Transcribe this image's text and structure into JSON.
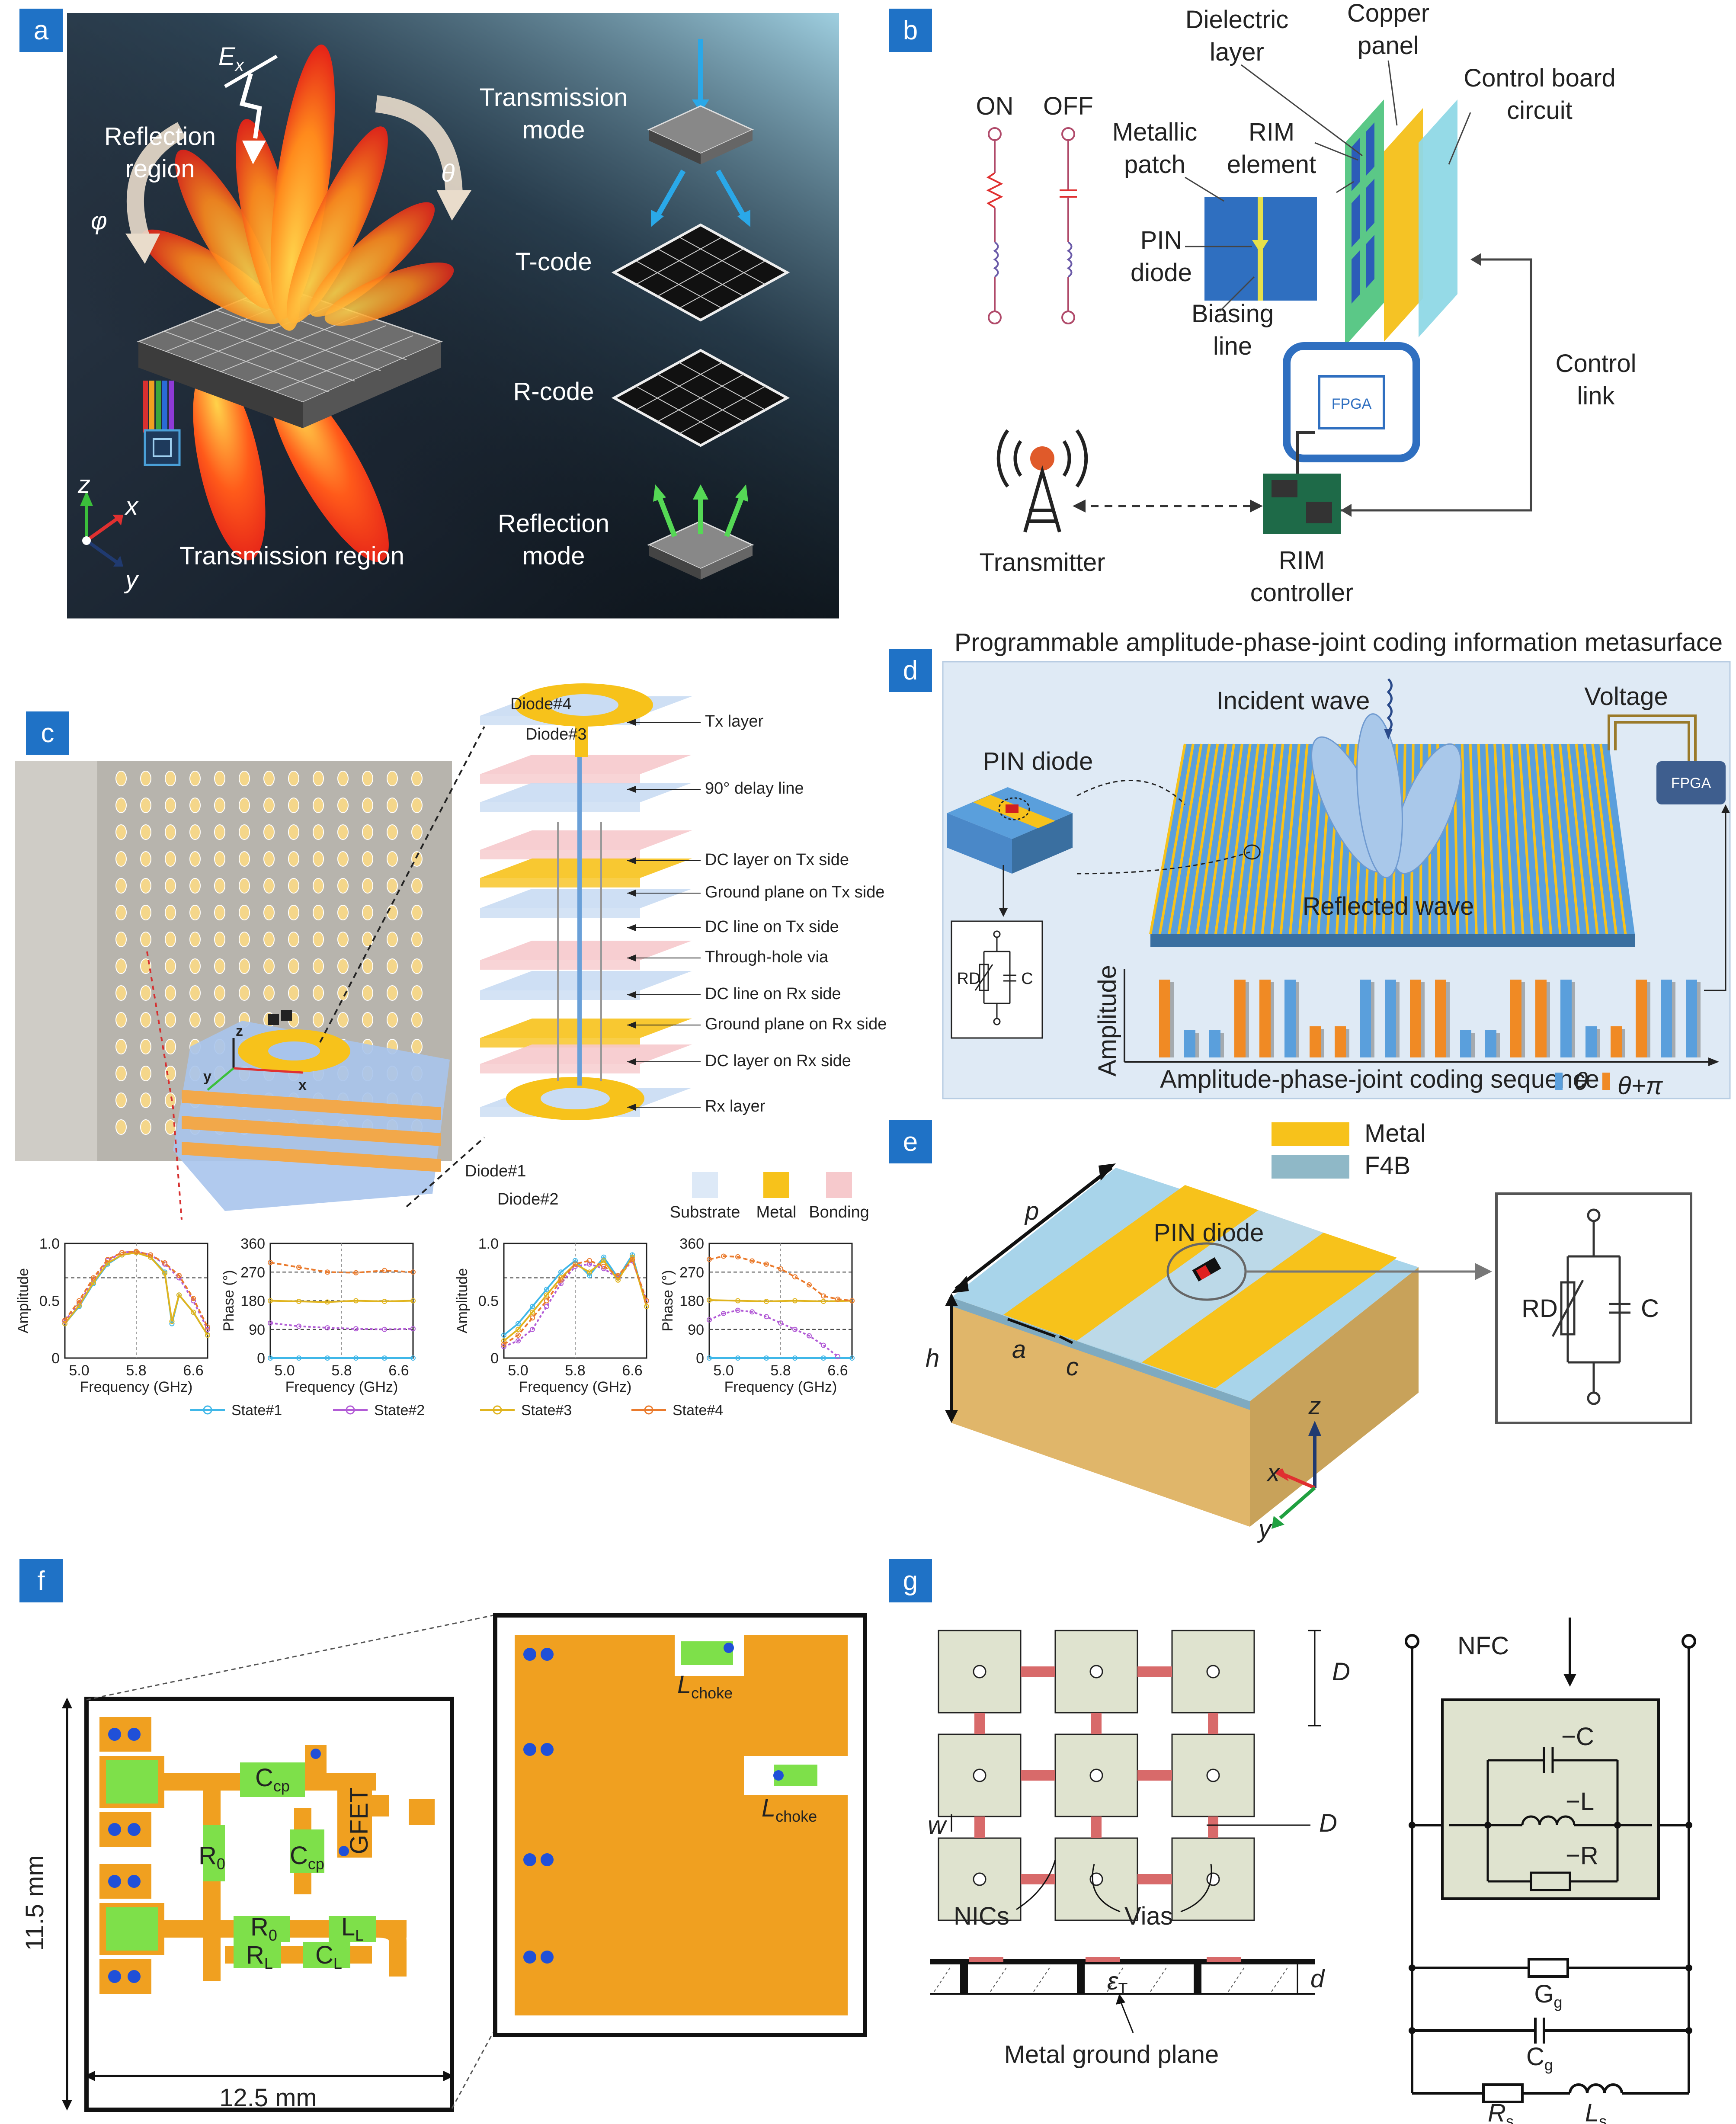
{
  "panels": {
    "a": {
      "letter": "a",
      "e_field": "E",
      "e_sub": "x",
      "reflection_region": [
        "Reflection",
        "region"
      ],
      "transmission_region": "Transmission region",
      "theta": "θ",
      "phi": "φ",
      "transmission_mode": [
        "Transmission",
        "mode"
      ],
      "t_code": "T-code",
      "r_code": "R-code",
      "reflection_mode": [
        "Reflection",
        "mode"
      ],
      "axes": {
        "z": "z",
        "x": "x",
        "y": "y"
      }
    },
    "b": {
      "letter": "b",
      "on": "ON",
      "off": "OFF",
      "dielectric_layer": [
        "Dielectric",
        "layer"
      ],
      "copper_panel": [
        "Copper",
        "panel"
      ],
      "control_board": [
        "Control board",
        "circuit"
      ],
      "metallic_patch": [
        "Metallic",
        "patch"
      ],
      "rim_element": [
        "RIM",
        "element"
      ],
      "pin_diode": [
        "PIN",
        "diode"
      ],
      "biasing_line": [
        "Biasing",
        "line"
      ],
      "control_link": [
        "Control",
        "link"
      ],
      "fpga": "FPGA",
      "transmitter": "Transmitter",
      "rim_controller": [
        "RIM",
        "controller"
      ]
    },
    "c": {
      "letter": "c",
      "stack_labels": [
        "Tx layer",
        "90° delay line",
        "DC layer on Tx side",
        "Ground plane on Tx side",
        "DC line on Tx side",
        "Through-hole via",
        "DC line on Rx side",
        "Ground plane on Rx side",
        "DC layer on Rx side",
        "Rx layer"
      ],
      "diodes": [
        "Diode#4",
        "Diode#3",
        "Diode#1",
        "Diode#2"
      ],
      "materials": [
        "Substrate",
        "Metal",
        "Bonding"
      ],
      "material_colors": [
        "#dde9f7",
        "#f7c21b",
        "#f6c9cc"
      ],
      "axis_labels": {
        "z": "z",
        "x": "x",
        "y": "y"
      },
      "legend": [
        "State#1",
        "State#2",
        "State#3",
        "State#4"
      ],
      "legend_colors": [
        "#3fb7e8",
        "#b25bd6",
        "#e0b41e",
        "#ea7a2c"
      ]
    },
    "d": {
      "letter": "d",
      "title": "Programmable amplitude-phase-joint coding information metasurface",
      "incident_wave": "Incident wave",
      "voltage": "Voltage",
      "pin_diode": "PIN diode",
      "fpga": "FPGA",
      "reflected_wave": "Reflected wave",
      "rd": "RD",
      "c": "C",
      "amplitude": "Amplitude",
      "sequence_label": "Amplitude-phase-joint coding sequence",
      "theta": "θ",
      "theta_pi": "θ+π",
      "bars_colors": {
        "theta": "#5a9fdc",
        "theta_pi": "#f08a24"
      }
    },
    "e": {
      "letter": "e",
      "metal": "Metal",
      "f4b": "F4B",
      "metal_color": "#f7c21b",
      "f4b_color": "#8fb8c7",
      "p": "p",
      "h": "h",
      "a": "a",
      "c": "c",
      "pin_diode": "PIN diode",
      "rd": "RD",
      "cap": "C",
      "axes": {
        "z": "z",
        "x": "x",
        "y": "y"
      }
    },
    "f": {
      "letter": "f",
      "height_dim": "11.5 mm",
      "width_dim": "12.5 mm",
      "components": {
        "ccp": "C",
        "ccp_sub": "cp",
        "r0": "R",
        "r0_sub": "0",
        "rl": "R",
        "rl_sub": "L",
        "ll": "L",
        "ll_sub": "L",
        "cl": "C",
        "cl_sub": "L",
        "gfet": "GFET"
      },
      "lchoke": "L",
      "lchoke_sub": "choke"
    },
    "g": {
      "letter": "g",
      "D": "D",
      "w": "w",
      "d": "d",
      "nics": "NICs",
      "vias": "Vias",
      "eps": "ε",
      "eps_sub": "T",
      "ground": "Metal ground plane",
      "nfc": "NFC",
      "neg_c": "−C",
      "neg_l": "−L",
      "neg_r": "−R",
      "gg": "G",
      "gg_sub": "g",
      "cg": "C",
      "cg_sub": "g",
      "rs": "R",
      "rs_sub": "s",
      "ls": "L",
      "ls_sub": "s"
    }
  },
  "chart_data": [
    {
      "type": "line",
      "ylabel": "Amplitude",
      "xlabel": "Frequency (GHz)",
      "x_ticks": [
        "5.0",
        "5.8",
        "6.6"
      ],
      "y_ticks": [
        "0",
        "0.5",
        "1.0"
      ],
      "xlim": [
        4.8,
        6.8
      ],
      "ylim": [
        0,
        1.0
      ],
      "series": [
        {
          "name": "State#1",
          "x": [
            4.8,
            5.0,
            5.2,
            5.4,
            5.6,
            5.8,
            6.0,
            6.2,
            6.3,
            6.4,
            6.6,
            6.8
          ],
          "y": [
            0.3,
            0.45,
            0.65,
            0.82,
            0.9,
            0.92,
            0.88,
            0.75,
            0.3,
            0.55,
            0.4,
            0.2
          ]
        },
        {
          "name": "State#2",
          "x": [
            4.8,
            5.0,
            5.2,
            5.4,
            5.6,
            5.8,
            6.0,
            6.2,
            6.4,
            6.6,
            6.8
          ],
          "y": [
            0.32,
            0.48,
            0.68,
            0.85,
            0.92,
            0.93,
            0.9,
            0.82,
            0.7,
            0.5,
            0.25
          ]
        },
        {
          "name": "State#3",
          "x": [
            4.8,
            5.0,
            5.2,
            5.4,
            5.6,
            5.8,
            6.0,
            6.2,
            6.3,
            6.4,
            6.6,
            6.8
          ],
          "y": [
            0.3,
            0.46,
            0.66,
            0.83,
            0.9,
            0.92,
            0.88,
            0.74,
            0.32,
            0.55,
            0.4,
            0.2
          ]
        },
        {
          "name": "State#4",
          "x": [
            4.8,
            5.0,
            5.2,
            5.4,
            5.6,
            5.8,
            6.0,
            6.2,
            6.4,
            6.6,
            6.8
          ],
          "y": [
            0.33,
            0.5,
            0.7,
            0.86,
            0.92,
            0.93,
            0.9,
            0.83,
            0.72,
            0.52,
            0.27
          ]
        }
      ]
    },
    {
      "type": "line",
      "ylabel": "Phase (°)",
      "xlabel": "Frequency (GHz)",
      "x_ticks": [
        "5.0",
        "5.8",
        "6.6"
      ],
      "y_ticks": [
        "0",
        "90",
        "180",
        "270",
        "360"
      ],
      "xlim": [
        4.8,
        6.8
      ],
      "ylim": [
        0,
        360
      ],
      "series": [
        {
          "name": "State#1",
          "x": [
            4.8,
            5.2,
            5.6,
            6.0,
            6.4,
            6.8
          ],
          "y": [
            0,
            0,
            0,
            0,
            0,
            0
          ]
        },
        {
          "name": "State#2",
          "x": [
            4.8,
            5.2,
            5.6,
            6.0,
            6.4,
            6.8
          ],
          "y": [
            110,
            100,
            95,
            92,
            90,
            92
          ]
        },
        {
          "name": "State#3",
          "x": [
            4.8,
            5.2,
            5.6,
            6.0,
            6.4,
            6.8
          ],
          "y": [
            180,
            178,
            176,
            180,
            178,
            180
          ]
        },
        {
          "name": "State#4",
          "x": [
            4.8,
            5.2,
            5.6,
            6.0,
            6.4,
            6.8
          ],
          "y": [
            300,
            285,
            270,
            268,
            275,
            270
          ]
        }
      ]
    },
    {
      "type": "line",
      "ylabel": "Amplitude",
      "xlabel": "Frequency (GHz)",
      "x_ticks": [
        "5.0",
        "5.8",
        "6.6"
      ],
      "y_ticks": [
        "0",
        "0.5",
        "1.0"
      ],
      "xlim": [
        4.8,
        6.8
      ],
      "ylim": [
        0,
        1.0
      ],
      "series": [
        {
          "name": "State#1",
          "x": [
            4.8,
            5.0,
            5.2,
            5.4,
            5.6,
            5.8,
            6.0,
            6.2,
            6.4,
            6.6,
            6.8
          ],
          "y": [
            0.2,
            0.3,
            0.45,
            0.6,
            0.75,
            0.85,
            0.72,
            0.88,
            0.7,
            0.9,
            0.45
          ]
        },
        {
          "name": "State#2",
          "x": [
            4.8,
            5.0,
            5.2,
            5.4,
            5.6,
            5.8,
            6.0,
            6.2,
            6.4,
            6.6,
            6.8
          ],
          "y": [
            0.1,
            0.15,
            0.25,
            0.45,
            0.65,
            0.8,
            0.82,
            0.78,
            0.7,
            0.85,
            0.5
          ]
        },
        {
          "name": "State#3",
          "x": [
            4.8,
            5.0,
            5.2,
            5.4,
            5.6,
            5.8,
            6.0,
            6.2,
            6.4,
            6.6,
            6.8
          ],
          "y": [
            0.15,
            0.25,
            0.4,
            0.55,
            0.7,
            0.82,
            0.75,
            0.85,
            0.68,
            0.88,
            0.45
          ]
        },
        {
          "name": "State#4",
          "x": [
            4.8,
            5.0,
            5.2,
            5.4,
            5.6,
            5.8,
            6.0,
            6.2,
            6.4,
            6.6,
            6.8
          ],
          "y": [
            0.12,
            0.2,
            0.35,
            0.5,
            0.68,
            0.82,
            0.85,
            0.8,
            0.72,
            0.86,
            0.5
          ]
        }
      ]
    },
    {
      "type": "line",
      "ylabel": "Phase (°)",
      "xlabel": "Frequency (GHz)",
      "x_ticks": [
        "5.0",
        "5.8",
        "6.6"
      ],
      "y_ticks": [
        "0",
        "90",
        "180",
        "270",
        "360"
      ],
      "xlim": [
        4.8,
        6.8
      ],
      "ylim": [
        0,
        360
      ],
      "series": [
        {
          "name": "State#1",
          "x": [
            4.8,
            5.2,
            5.6,
            6.0,
            6.4,
            6.8
          ],
          "y": [
            0,
            0,
            0,
            0,
            0,
            0
          ]
        },
        {
          "name": "State#2",
          "x": [
            4.8,
            5.0,
            5.2,
            5.4,
            5.6,
            5.8,
            6.0,
            6.2,
            6.4,
            6.6
          ],
          "y": [
            120,
            140,
            150,
            145,
            130,
            110,
            90,
            70,
            40,
            5
          ]
        },
        {
          "name": "State#3",
          "x": [
            4.8,
            5.2,
            5.6,
            6.0,
            6.4,
            6.8
          ],
          "y": [
            182,
            180,
            178,
            180,
            178,
            180
          ]
        },
        {
          "name": "State#4",
          "x": [
            4.8,
            5.0,
            5.2,
            5.4,
            5.6,
            5.8,
            6.0,
            6.2,
            6.4,
            6.6,
            6.8
          ],
          "y": [
            310,
            320,
            318,
            305,
            295,
            280,
            255,
            230,
            195,
            185,
            180
          ]
        }
      ]
    },
    {
      "type": "bar",
      "ylabel": "Amplitude",
      "xlabel": "Amplitude-phase-joint coding sequence",
      "phase": [
        "θ+π",
        "θ",
        "θ",
        "θ+π",
        "θ+π",
        "θ",
        "θ+π",
        "θ+π",
        "θ",
        "θ",
        "θ+π",
        "θ+π",
        "θ",
        "θ",
        "θ+π",
        "θ+π",
        "θ",
        "θ",
        "θ+π",
        "θ+π",
        "θ",
        "θ"
      ],
      "values": [
        1,
        0.35,
        0.35,
        1,
        1,
        1,
        0.4,
        0.4,
        1,
        1,
        1,
        1,
        0.35,
        0.35,
        1,
        1,
        1,
        0.4,
        0.4,
        1,
        1,
        1
      ]
    }
  ]
}
